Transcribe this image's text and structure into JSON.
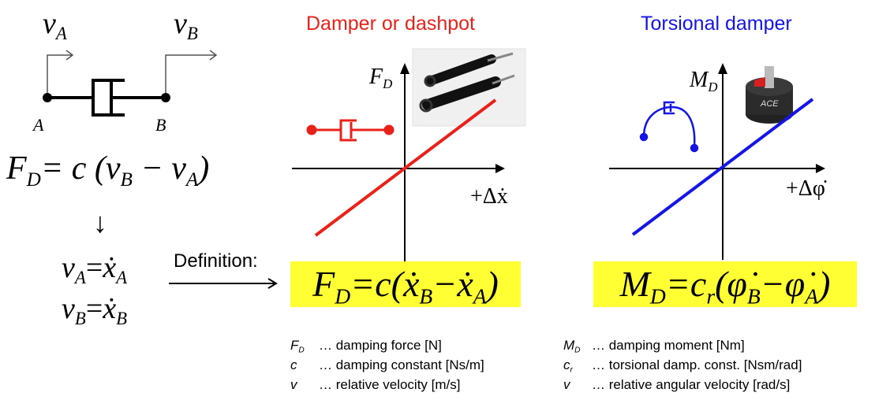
{
  "left": {
    "v_a": {
      "base": "v",
      "sub": "A"
    },
    "v_b": {
      "base": "v",
      "sub": "B"
    },
    "point_a": "A",
    "point_b": "B",
    "force_eq": {
      "lhs": "F",
      "lhs_sub": "D",
      "rhs1": "= c (v",
      "sub1": "B",
      "mid": " − v",
      "sub2": "A",
      "end": ")"
    },
    "arrow": "↓",
    "vel_eq_a": {
      "lhs": "v",
      "lhs_sub": "A",
      "op": "=",
      "rhs": "ẋ",
      "rhs_sub": "A"
    },
    "vel_eq_b": {
      "lhs": "v",
      "lhs_sub": "B",
      "op": "=",
      "rhs": "ẋ",
      "rhs_sub": "B"
    },
    "definition_label": "Definition:"
  },
  "middle": {
    "title": "Damper or dashpot",
    "title_color": "#e8221b",
    "y_axis": {
      "base": "F",
      "sub": "D"
    },
    "x_axis": "+Δẋ",
    "line_color": "#e8221b",
    "formula": {
      "lhs": "F",
      "lhs_sub": "D",
      "eq": "=c(",
      "t1": "ẋ",
      "t1_sub": "B",
      "minus": "−",
      "t2": "ẋ",
      "t2_sub": "A",
      "end": ")"
    },
    "definitions": [
      {
        "symbol": "F",
        "symbol_sub": "D",
        "text": "… damping force [N]"
      },
      {
        "symbol": "c",
        "symbol_sub": "",
        "text": "… damping constant [Ns/m]"
      },
      {
        "symbol": "v",
        "symbol_sub": "",
        "text": "… relative velocity [m/s]"
      }
    ]
  },
  "right": {
    "title": "Torsional damper",
    "title_color": "#1414e6",
    "y_axis": {
      "base": "M",
      "sub": "D"
    },
    "x_axis": "+Δφ̇",
    "line_color": "#1414e6",
    "photo_label": "ACE",
    "formula": {
      "lhs": "M",
      "lhs_sub": "D",
      "eq": "=c",
      "eq_sub": "r",
      "open": "(",
      "t1": "φ̇",
      "t1_sub": "B",
      "minus": "−",
      "t2": "φ̇",
      "t2_sub": "A",
      "end": ")"
    },
    "definitions": [
      {
        "symbol": "M",
        "symbol_sub": "D",
        "text": "… damping moment [Nm]"
      },
      {
        "symbol": "c",
        "symbol_sub": "r",
        "text": "… torsional damp. const. [Nsm/rad]"
      },
      {
        "symbol": "v",
        "symbol_sub": "",
        "text": "… relative angular velocity [rad/s]"
      }
    ]
  }
}
